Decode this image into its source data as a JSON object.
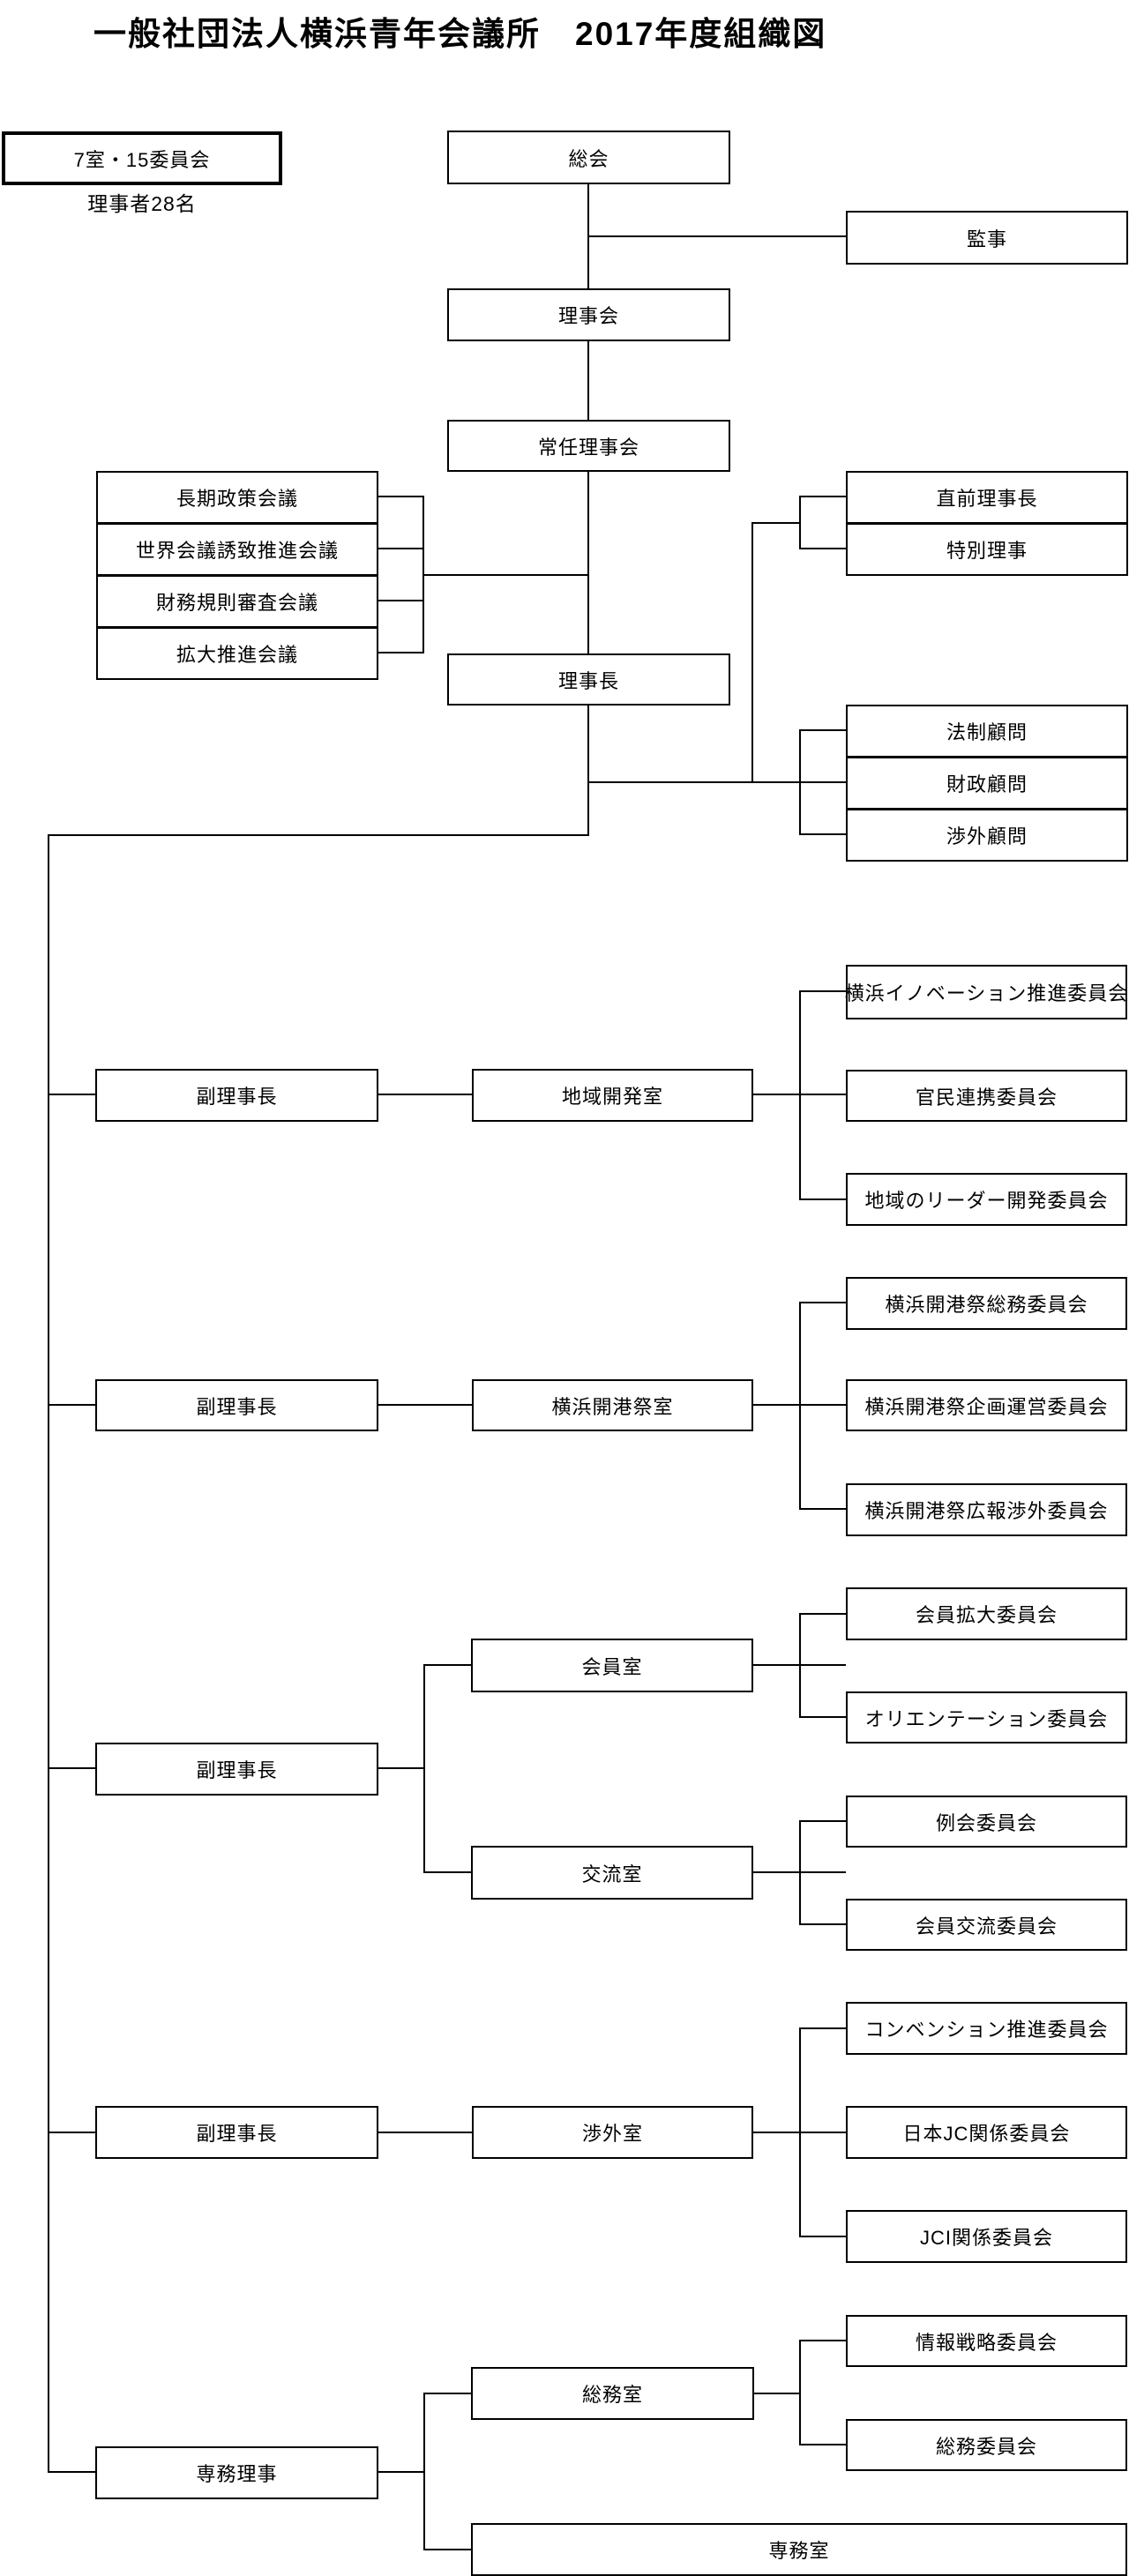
{
  "title": "一般社団法人横浜青年会議所　2017年度組織図",
  "colors": {
    "line": "#000000",
    "box_border": "#000000",
    "box_bg": "#ffffff"
  },
  "legend": {
    "label": "7室・15委員会",
    "note": "理事者28名"
  },
  "nodes": {
    "sokai": "総会",
    "kanji": "監事",
    "rijikai": "理事会",
    "jonin_rijikai": "常任理事会",
    "rijicho": "理事長",
    "choki_seisaku_kaigi": "長期政策会議",
    "sekai_kaigi_yuchi_kaigi": "世界会議誘致推進会議",
    "zaimu_kisoku_shinsa_kaigi": "財務規則審査会議",
    "kakudai_suishin_kaigi": "拡大推進会議",
    "chokuzen_rijicho": "直前理事長",
    "tokubetsu_riji": "特別理事",
    "hosei_komon": "法制顧問",
    "zaisei_komon": "財政顧問",
    "shogai_komon": "渉外顧問",
    "fuku_rijicho": "副理事長",
    "senmu_riji": "専務理事",
    "chiiki_kaihatsu_shitsu": "地域開発室",
    "yokohama_kaikosai_shitsu": "横浜開港祭室",
    "kaiin_shitsu": "会員室",
    "koryu_shitsu": "交流室",
    "shogai_shitsu": "渉外室",
    "somu_shitsu": "総務室",
    "senmu_shitsu": "専務室",
    "yokohama_innovation_iinkai": "横浜イノベーション推進委員会",
    "kanmin_renkei_iinkai": "官民連携委員会",
    "chiiki_leader_kaihatsu_iinkai": "地域のリーダー開発委員会",
    "kaikosai_somu_iinkai": "横浜開港祭総務委員会",
    "kaikosai_kikaku_unei_iinkai": "横浜開港祭企画運営委員会",
    "kaikosai_koho_shogai_iinkai": "横浜開港祭広報渉外委員会",
    "kaiin_kakudai_iinkai": "会員拡大委員会",
    "orientation_iinkai": "オリエンテーション委員会",
    "reikai_iinkai": "例会委員会",
    "kaiin_koryu_iinkai": "会員交流委員会",
    "convention_suishin_iinkai": "コンベンション推進委員会",
    "nihon_jc_kankei_iinkai": "日本JC関係委員会",
    "jci_kankei_iinkai": "JCI関係委員会",
    "joho_senryaku_iinkai": "情報戦略委員会",
    "somu_iinkai": "総務委員会"
  }
}
